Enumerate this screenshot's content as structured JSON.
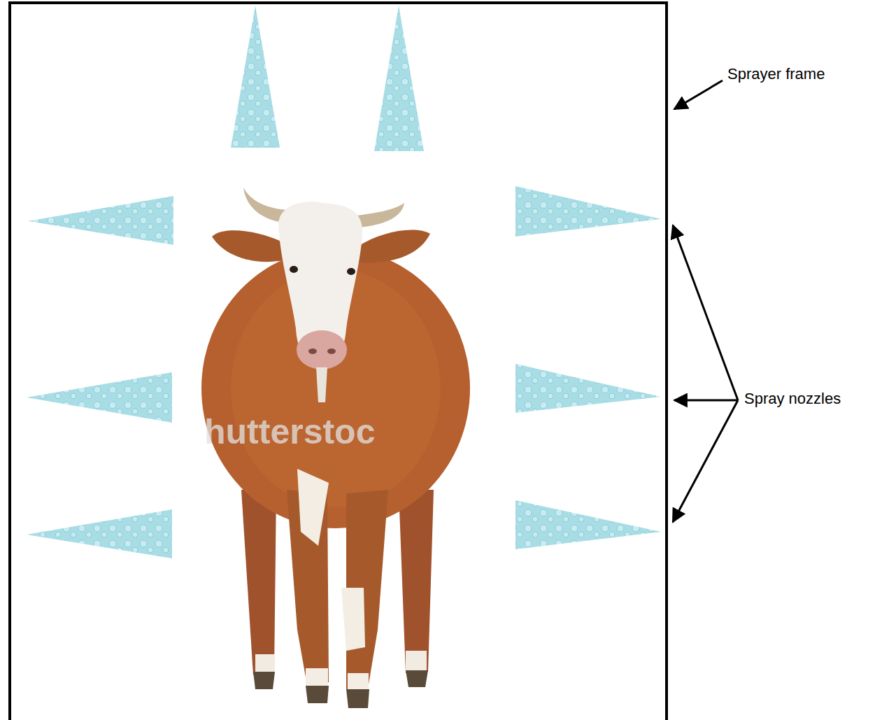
{
  "diagram": {
    "labels": [
      "Sprayer frame",
      "Spray nozzles",
      "hutterstoc"
    ]
  }
}
